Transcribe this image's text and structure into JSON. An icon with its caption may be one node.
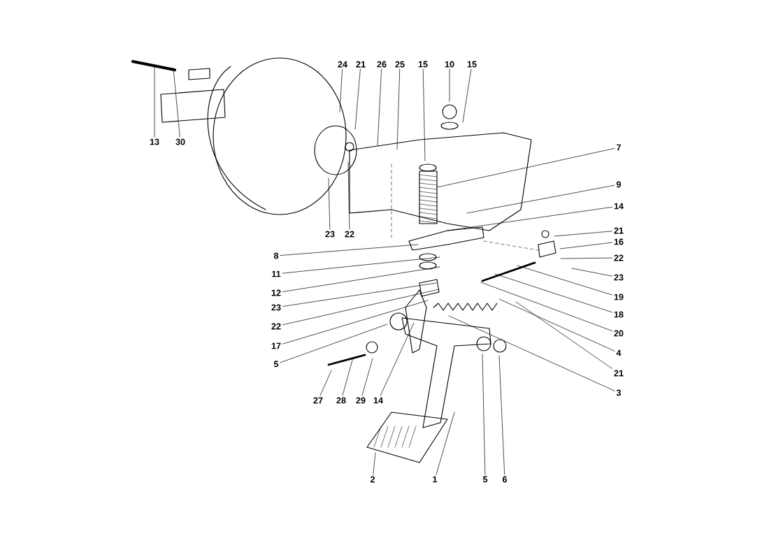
{
  "diagram": {
    "nodes": [
      {
        "text": [
          "13"
        ]
      },
      {
        "text": [
          "30"
        ]
      },
      {
        "text": [
          "24"
        ]
      },
      {
        "text": [
          "21"
        ]
      },
      {
        "text": [
          "26"
        ]
      },
      {
        "text": [
          "25"
        ]
      },
      {
        "text": [
          "15"
        ]
      },
      {
        "text": [
          "10"
        ]
      },
      {
        "text": [
          "15"
        ]
      },
      {
        "text": [
          "23"
        ]
      },
      {
        "text": [
          "22"
        ]
      },
      {
        "text": [
          "7"
        ]
      },
      {
        "text": [
          "9"
        ]
      },
      {
        "text": [
          "14"
        ]
      },
      {
        "text": [
          "21"
        ]
      },
      {
        "text": [
          "16"
        ]
      },
      {
        "text": [
          "22"
        ]
      },
      {
        "text": [
          "23"
        ]
      },
      {
        "text": [
          "19"
        ]
      },
      {
        "text": [
          "18"
        ]
      },
      {
        "text": [
          "20"
        ]
      },
      {
        "text": [
          "4"
        ]
      },
      {
        "text": [
          "21"
        ]
      },
      {
        "text": [
          "3"
        ]
      },
      {
        "text": [
          "8"
        ]
      },
      {
        "text": [
          "11"
        ]
      },
      {
        "text": [
          "12"
        ]
      },
      {
        "text": [
          "23"
        ]
      },
      {
        "text": [
          "22"
        ]
      },
      {
        "text": [
          "17"
        ]
      },
      {
        "text": [
          "5"
        ]
      },
      {
        "text": [
          "27"
        ]
      },
      {
        "text": [
          "28"
        ]
      },
      {
        "text": [
          "29"
        ]
      },
      {
        "text": [
          "14"
        ]
      },
      {
        "text": [
          "2"
        ]
      },
      {
        "text": [
          "1"
        ]
      },
      {
        "text": [
          "5"
        ]
      },
      {
        "text": [
          "6"
        ]
      }
    ],
    "edges": [
      {
        "from": 0,
        "to": null,
        "arrow": "none"
      },
      {
        "from": 1,
        "to": null,
        "arrow": "none"
      },
      {
        "from": 2,
        "to": null,
        "arrow": "none"
      },
      {
        "from": 3,
        "to": null,
        "arrow": "none"
      },
      {
        "from": 4,
        "to": null,
        "arrow": "none"
      },
      {
        "from": 5,
        "to": null,
        "arrow": "none"
      },
      {
        "from": 6,
        "to": null,
        "arrow": "none"
      },
      {
        "from": 7,
        "to": null,
        "arrow": "none"
      },
      {
        "from": 8,
        "to": null,
        "arrow": "none"
      },
      {
        "from": 9,
        "to": null,
        "arrow": "none"
      },
      {
        "from": 10,
        "to": null,
        "arrow": "none"
      },
      {
        "from": 11,
        "to": null,
        "arrow": "none"
      },
      {
        "from": 12,
        "to": null,
        "arrow": "none"
      },
      {
        "from": 13,
        "to": null,
        "arrow": "none"
      },
      {
        "from": 14,
        "to": null,
        "arrow": "none"
      },
      {
        "from": 15,
        "to": null,
        "arrow": "none"
      },
      {
        "from": 16,
        "to": null,
        "arrow": "none"
      },
      {
        "from": 17,
        "to": null,
        "arrow": "none"
      },
      {
        "from": 18,
        "to": null,
        "arrow": "none"
      },
      {
        "from": 19,
        "to": null,
        "arrow": "none"
      },
      {
        "from": 20,
        "to": null,
        "arrow": "none"
      },
      {
        "from": 21,
        "to": null,
        "arrow": "none"
      },
      {
        "from": 22,
        "to": null,
        "arrow": "none"
      },
      {
        "from": 23,
        "to": null,
        "arrow": "none"
      },
      {
        "from": 24,
        "to": null,
        "arrow": "none"
      },
      {
        "from": 25,
        "to": null,
        "arrow": "none"
      },
      {
        "from": 26,
        "to": null,
        "arrow": "none"
      },
      {
        "from": 27,
        "to": null,
        "arrow": "none"
      },
      {
        "from": 28,
        "to": null,
        "arrow": "none"
      },
      {
        "from": 29,
        "to": null,
        "arrow": "none"
      },
      {
        "from": 30,
        "to": null,
        "arrow": "none"
      },
      {
        "from": 31,
        "to": null,
        "arrow": "none"
      },
      {
        "from": 32,
        "to": null,
        "arrow": "none"
      },
      {
        "from": 33,
        "to": null,
        "arrow": "none"
      },
      {
        "from": 34,
        "to": null,
        "arrow": "none"
      },
      {
        "from": 35,
        "to": null,
        "arrow": "none"
      },
      {
        "from": 36,
        "to": null,
        "arrow": "none"
      },
      {
        "from": 37,
        "to": null,
        "arrow": "none"
      },
      {
        "from": 38,
        "to": null,
        "arrow": "none"
      }
    ]
  }
}
